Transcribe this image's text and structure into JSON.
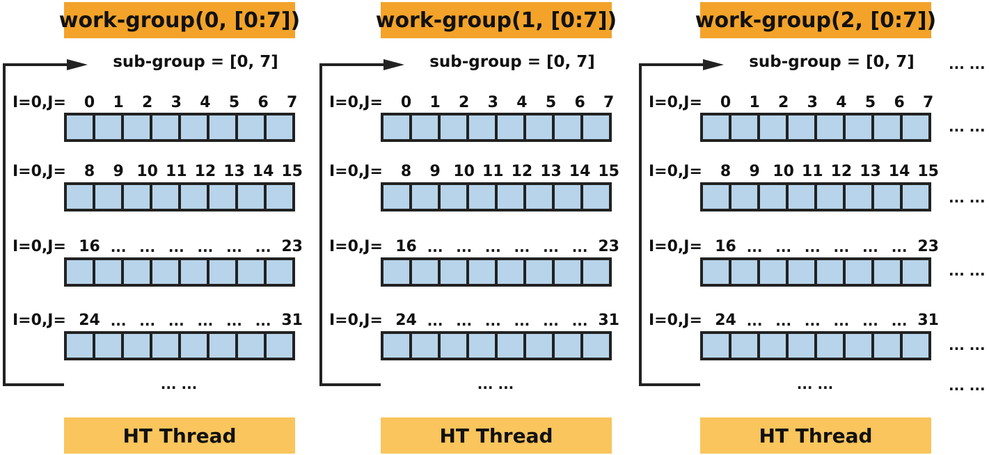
{
  "groups": [
    {
      "title": "work-group(0, [0:7])",
      "subgroup_label": "sub-group = [0, 7]",
      "rows": [
        {
          "prefix": "I=0,J=",
          "cells": [
            "0",
            "1",
            "2",
            "3",
            "4",
            "5",
            "6",
            "7"
          ]
        },
        {
          "prefix": "I=0,J=",
          "cells": [
            "8",
            "9",
            "10",
            "11",
            "12",
            "13",
            "14",
            "15"
          ]
        },
        {
          "prefix": "I=0,J=",
          "cells": [
            "16",
            "...",
            "...",
            "...",
            "...",
            "...",
            "...",
            "23"
          ]
        },
        {
          "prefix": "I=0,J=",
          "cells": [
            "24",
            "...",
            "...",
            "...",
            "...",
            "...",
            "...",
            "31"
          ]
        }
      ],
      "bottom_ellipsis": "... ...",
      "thread_label": "HT Thread"
    },
    {
      "title": "work-group(1, [0:7])",
      "subgroup_label": "sub-group = [0, 7]",
      "rows": [
        {
          "prefix": "I=0,J=",
          "cells": [
            "0",
            "1",
            "2",
            "3",
            "4",
            "5",
            "6",
            "7"
          ]
        },
        {
          "prefix": "I=0,J=",
          "cells": [
            "8",
            "9",
            "10",
            "11",
            "12",
            "13",
            "14",
            "15"
          ]
        },
        {
          "prefix": "I=0,J=",
          "cells": [
            "16",
            "...",
            "...",
            "...",
            "...",
            "...",
            "...",
            "23"
          ]
        },
        {
          "prefix": "I=0,J=",
          "cells": [
            "24",
            "...",
            "...",
            "...",
            "...",
            "...",
            "...",
            "31"
          ]
        }
      ],
      "bottom_ellipsis": "... ...",
      "thread_label": "HT Thread"
    },
    {
      "title": "work-group(2, [0:7])",
      "subgroup_label": "sub-group = [0, 7]",
      "rows": [
        {
          "prefix": "I=0,J=",
          "cells": [
            "0",
            "1",
            "2",
            "3",
            "4",
            "5",
            "6",
            "7"
          ]
        },
        {
          "prefix": "I=0,J=",
          "cells": [
            "8",
            "9",
            "10",
            "11",
            "12",
            "13",
            "14",
            "15"
          ]
        },
        {
          "prefix": "I=0,J=",
          "cells": [
            "16",
            "...",
            "...",
            "...",
            "...",
            "...",
            "...",
            "23"
          ]
        },
        {
          "prefix": "I=0,J=",
          "cells": [
            "24",
            "...",
            "...",
            "...",
            "...",
            "...",
            "...",
            "31"
          ]
        }
      ],
      "bottom_ellipsis": "... ...",
      "thread_label": "HT Thread"
    }
  ],
  "continuation_ellipses": [
    "... ...",
    "... ...",
    "... ...",
    "... ...",
    "... ...",
    "... ..."
  ],
  "colors": {
    "title_fill": "#f3a32a",
    "thread_fill": "#f9c55c",
    "cell_fill": "#b7d4ea",
    "stroke": "#222222"
  }
}
